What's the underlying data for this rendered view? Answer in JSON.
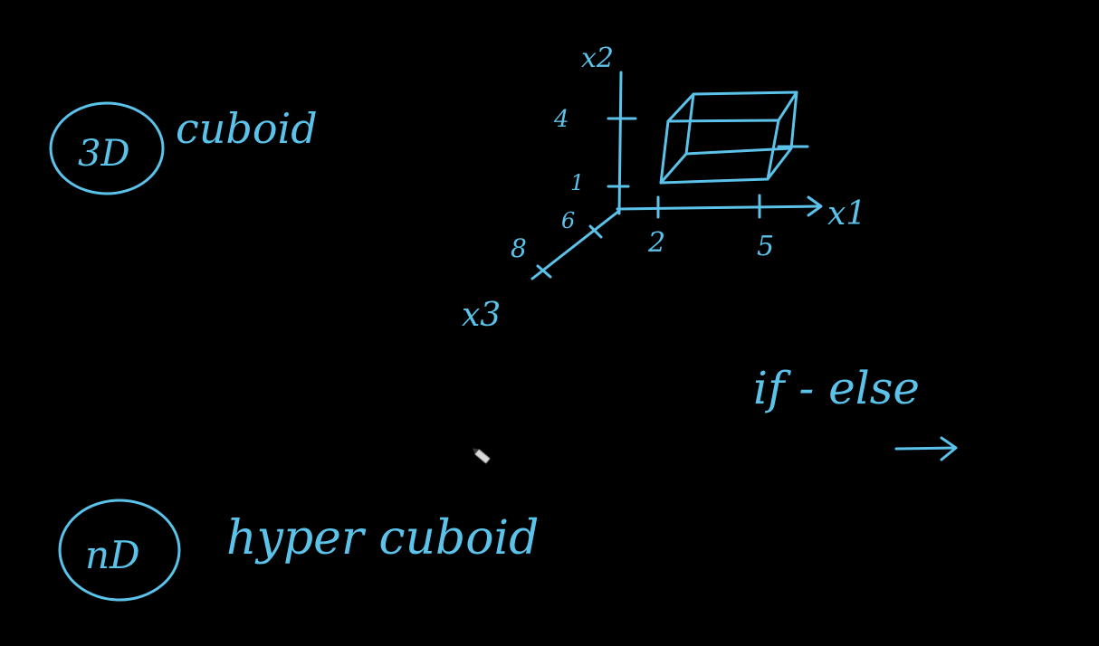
{
  "ink_color": "#5bc2ea",
  "background_color": "#000000",
  "top_note": {
    "badge": "3D",
    "word": "cuboid"
  },
  "bottom_note": {
    "badge": "nD",
    "word": "hyper cuboid"
  },
  "axes": {
    "vertical_label": "x2",
    "horizontal_label": "x1",
    "depth_label": "x3",
    "vertical_ticks": [
      "4",
      "1"
    ],
    "horizontal_ticks": [
      "2",
      "5"
    ],
    "depth_ticks": [
      "6",
      "8"
    ]
  },
  "side_note": {
    "text": "if - else",
    "arrow": "right-arrow"
  },
  "cursor": "pencil-icon"
}
